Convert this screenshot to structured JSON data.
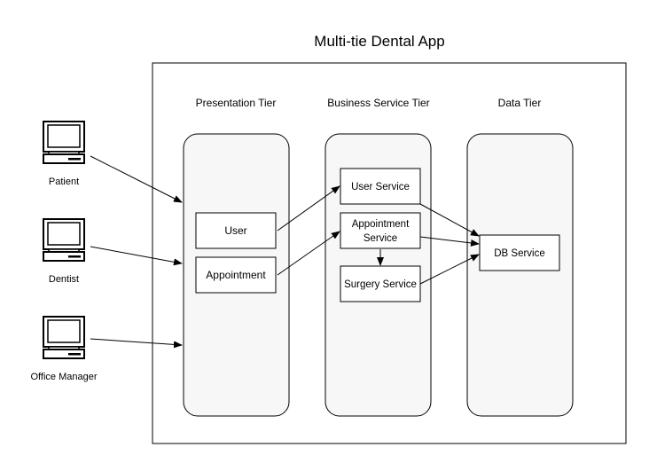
{
  "diagram": {
    "title": "Multi-tie Dental App",
    "tiers": {
      "presentation": "Presentation Tier",
      "business": "Business Service Tier",
      "data": "Data Tier"
    },
    "actors": {
      "patient": "Patient",
      "dentist": "Dentist",
      "office_manager": "Office Manager"
    },
    "presentation_components": {
      "user": "User",
      "appointment": "Appointment"
    },
    "business_services": {
      "user_service": "User Service",
      "appointment_service_line1": "Appointment",
      "appointment_service_line2": "Service",
      "surgery_service": "Surgery Service"
    },
    "data_services": {
      "db_service": "DB Service"
    },
    "colors": {
      "stroke": "#000000",
      "tier_fill": "#f7f7f7",
      "box_fill": "#ffffff",
      "background": "#ffffff"
    },
    "icons": {
      "actor_icon": "computer-terminal-icon"
    }
  }
}
